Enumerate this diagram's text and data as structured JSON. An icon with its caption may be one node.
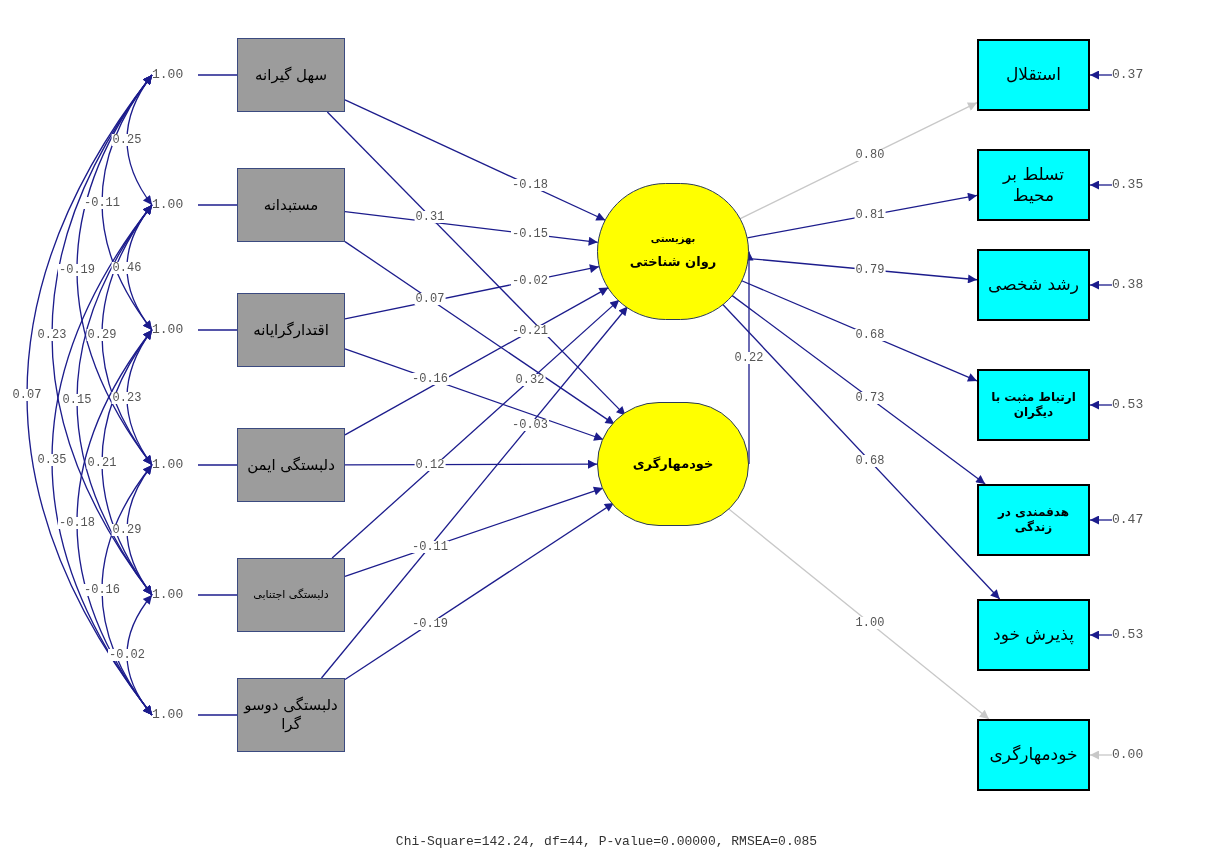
{
  "diagram": {
    "caption": "Chi-Square=142.24, df=44, P-value=0.00000, RMSEA=0.085",
    "nodes": [
      {
        "text": [
          "سهل گیرانه"
        ]
      },
      {
        "text": [
          "مستبدانه"
        ]
      },
      {
        "text": [
          "اقتدارگرایانه"
        ]
      },
      {
        "text": [
          "دلبستگی ایمن"
        ]
      },
      {
        "text": [
          "دلبستگی اجتنابی"
        ]
      },
      {
        "text": [
          "دلبستگی دوسو گرا"
        ]
      },
      {
        "text": [
          "بهزیستی",
          "روان شناختی"
        ]
      },
      {
        "text": [
          "خودمهارگری"
        ]
      },
      {
        "text": [
          "استقلال"
        ]
      },
      {
        "text": [
          "تسلط بر محیط"
        ]
      },
      {
        "text": [
          "رشد شخصی"
        ]
      },
      {
        "text": [
          "ارتباط مثبت با دیگران"
        ]
      },
      {
        "text": [
          "هدفمندی در زندگی"
        ]
      },
      {
        "text": [
          "پذیرش خود"
        ]
      },
      {
        "text": [
          "خودمهارگری"
        ]
      },
      {
        "text": [
          "1.00"
        ]
      },
      {
        "text": [
          "1.00"
        ]
      },
      {
        "text": [
          "1.00"
        ]
      },
      {
        "text": [
          "1.00"
        ]
      },
      {
        "text": [
          "1.00"
        ]
      },
      {
        "text": [
          "1.00"
        ]
      },
      {
        "text": [
          "0.37"
        ]
      },
      {
        "text": [
          "0.35"
        ]
      },
      {
        "text": [
          "0.38"
        ]
      },
      {
        "text": [
          "0.53"
        ]
      },
      {
        "text": [
          "0.47"
        ]
      },
      {
        "text": [
          "0.53"
        ]
      },
      {
        "text": [
          "0.00"
        ]
      }
    ],
    "edges": [
      {
        "from": 15,
        "to": 0,
        "arrow": "none"
      },
      {
        "from": 16,
        "to": 1,
        "arrow": "none"
      },
      {
        "from": 17,
        "to": 2,
        "arrow": "none"
      },
      {
        "from": 18,
        "to": 3,
        "arrow": "none"
      },
      {
        "from": 19,
        "to": 4,
        "arrow": "none"
      },
      {
        "from": 20,
        "to": 5,
        "arrow": "none"
      },
      {
        "from": 0,
        "to": 6,
        "arrow": "to",
        "label": "-0.18"
      },
      {
        "from": 0,
        "to": 7,
        "arrow": "to",
        "label": "0.31"
      },
      {
        "from": 1,
        "to": 6,
        "arrow": "to",
        "label": "-0.15"
      },
      {
        "from": 1,
        "to": 7,
        "arrow": "to",
        "label": "0.07"
      },
      {
        "from": 2,
        "to": 6,
        "arrow": "to",
        "label": "-0.02"
      },
      {
        "from": 2,
        "to": 7,
        "arrow": "to",
        "label": "-0.16"
      },
      {
        "from": 3,
        "to": 6,
        "arrow": "to",
        "label": "-0.21"
      },
      {
        "from": 3,
        "to": 7,
        "arrow": "to",
        "label": "0.12"
      },
      {
        "from": 4,
        "to": 6,
        "arrow": "to",
        "label": "0.32"
      },
      {
        "from": 4,
        "to": 7,
        "arrow": "to",
        "label": "-0.11"
      },
      {
        "from": 5,
        "to": 6,
        "arrow": "to",
        "label": "-0.03"
      },
      {
        "from": 5,
        "to": 7,
        "arrow": "to",
        "label": "-0.19"
      },
      {
        "from": 7,
        "to": 6,
        "arrow": "to",
        "label": "0.22"
      },
      {
        "from": 6,
        "to": 8,
        "arrow": "to",
        "label": "0.80",
        "color": "#c8c8c8"
      },
      {
        "from": 6,
        "to": 9,
        "arrow": "to",
        "label": "0.81"
      },
      {
        "from": 6,
        "to": 10,
        "arrow": "to",
        "label": "0.79"
      },
      {
        "from": 6,
        "to": 11,
        "arrow": "to",
        "label": "0.68"
      },
      {
        "from": 6,
        "to": 12,
        "arrow": "to",
        "label": "0.73"
      },
      {
        "from": 6,
        "to": 13,
        "arrow": "to",
        "label": "0.68"
      },
      {
        "from": 7,
        "to": 14,
        "arrow": "to",
        "label": "1.00",
        "color": "#c8c8c8"
      },
      {
        "from": 21,
        "to": 8,
        "arrow": "to"
      },
      {
        "from": 22,
        "to": 9,
        "arrow": "to"
      },
      {
        "from": 23,
        "to": 10,
        "arrow": "to"
      },
      {
        "from": 24,
        "to": 11,
        "arrow": "to"
      },
      {
        "from": 25,
        "to": 12,
        "arrow": "to"
      },
      {
        "from": 26,
        "to": 13,
        "arrow": "to"
      },
      {
        "from": 27,
        "to": 14,
        "arrow": "to",
        "color": "#c8c8c8"
      },
      {
        "from": 15,
        "to": 16,
        "arrow": "both",
        "label": "0.25"
      },
      {
        "from": 15,
        "to": 17,
        "arrow": "both",
        "label": "-0.11"
      },
      {
        "from": 15,
        "to": 18,
        "arrow": "both",
        "label": "-0.19"
      },
      {
        "from": 16,
        "to": 17,
        "arrow": "both",
        "label": "0.46"
      },
      {
        "from": 15,
        "to": 19,
        "arrow": "both",
        "label": "0.23"
      },
      {
        "from": 16,
        "to": 18,
        "arrow": "both",
        "label": "0.29"
      },
      {
        "from": 15,
        "to": 20,
        "arrow": "both",
        "label": "0.07"
      },
      {
        "from": 16,
        "to": 19,
        "arrow": "both",
        "label": "0.15"
      },
      {
        "from": 17,
        "to": 18,
        "arrow": "both",
        "label": "0.23"
      },
      {
        "from": 16,
        "to": 20,
        "arrow": "both",
        "label": "0.35"
      },
      {
        "from": 17,
        "to": 19,
        "arrow": "both",
        "label": "0.21"
      },
      {
        "from": 17,
        "to": 20,
        "arrow": "both",
        "label": "-0.18"
      },
      {
        "from": 18,
        "to": 19,
        "arrow": "both",
        "label": "0.29"
      },
      {
        "from": 18,
        "to": 20,
        "arrow": "both",
        "label": "-0.16"
      },
      {
        "from": 19,
        "to": 20,
        "arrow": "both",
        "label": "-0.02"
      }
    ]
  }
}
